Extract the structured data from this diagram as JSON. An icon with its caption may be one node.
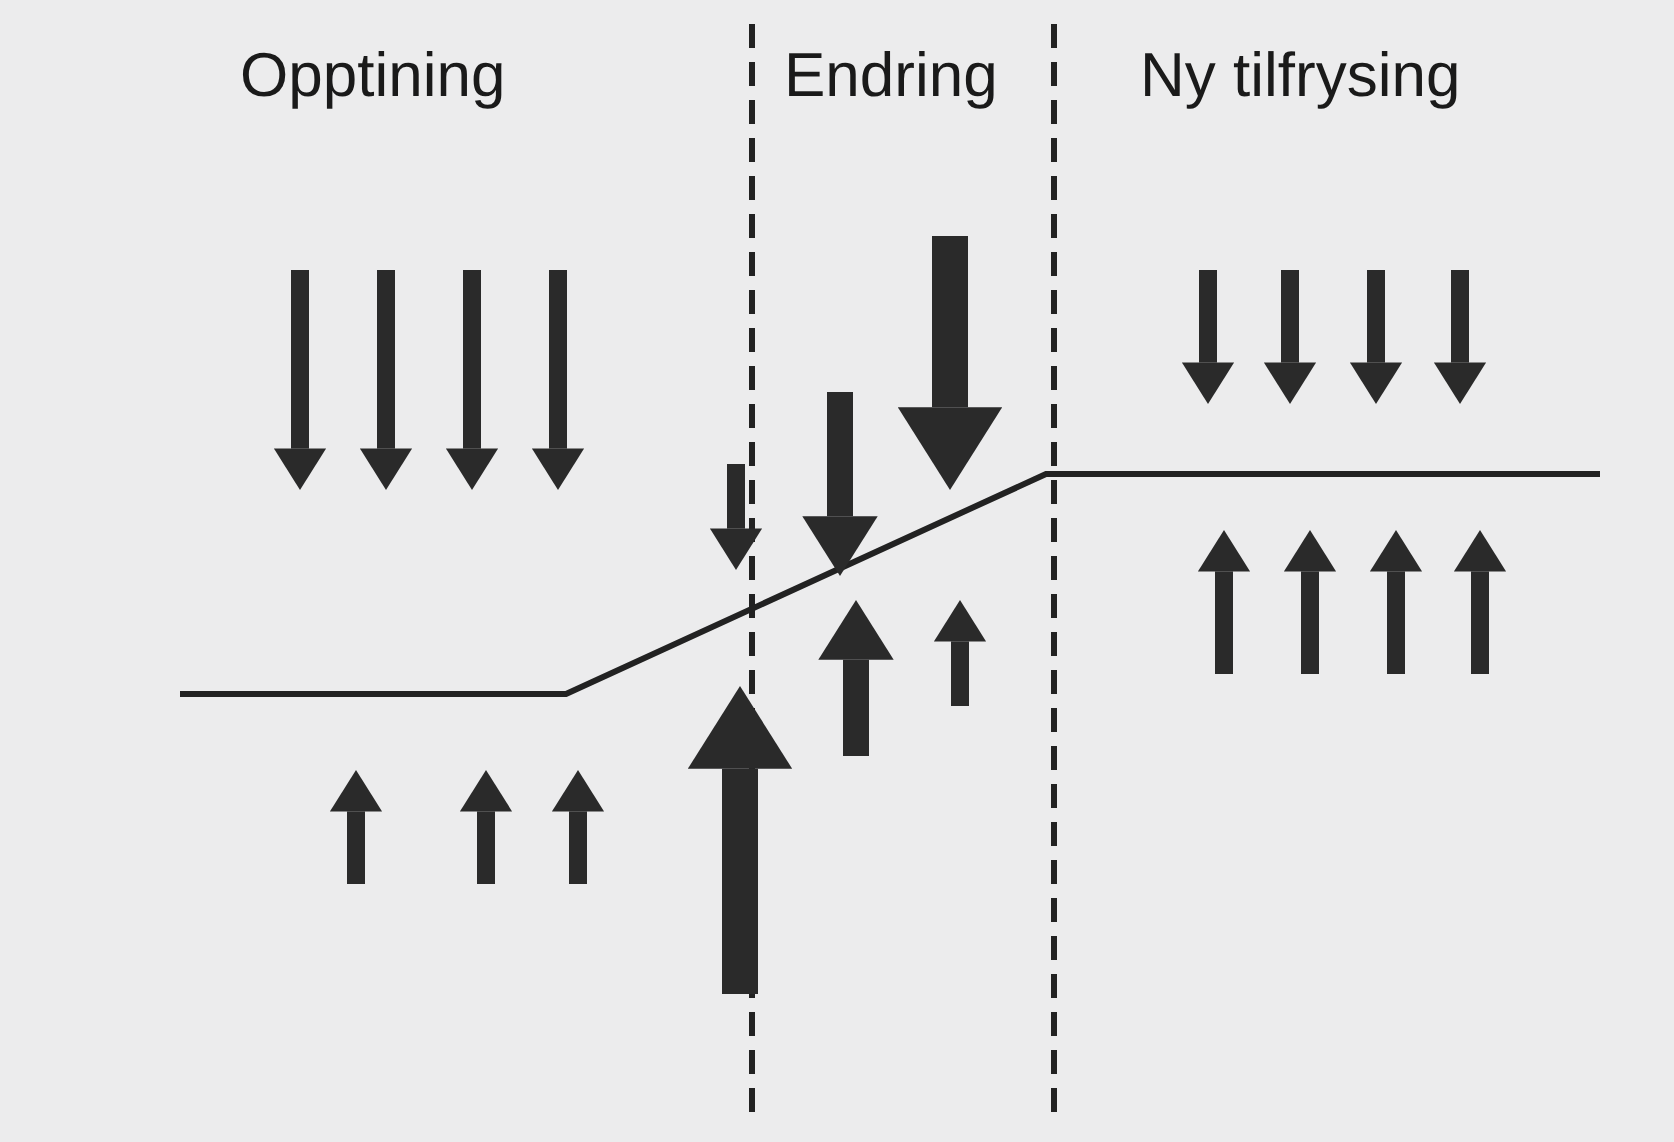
{
  "diagram": {
    "labels": [
      "Opptining",
      "Endring",
      "Ny tilfrysing"
    ]
  }
}
